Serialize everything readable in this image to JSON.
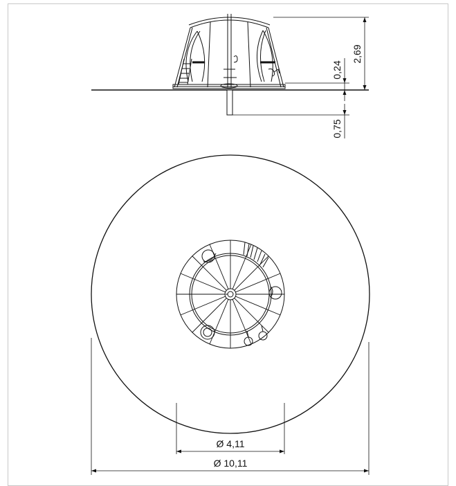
{
  "elevation": {
    "total_height": "2,69",
    "platform_height": "0,24",
    "foundation_depth": "0,75"
  },
  "plan": {
    "inner_diameter": "Ø 4,11",
    "outer_diameter": "Ø 10,11"
  },
  "colors": {
    "line": "#111111",
    "frame": "#c8c8c8",
    "background": "#ffffff"
  }
}
